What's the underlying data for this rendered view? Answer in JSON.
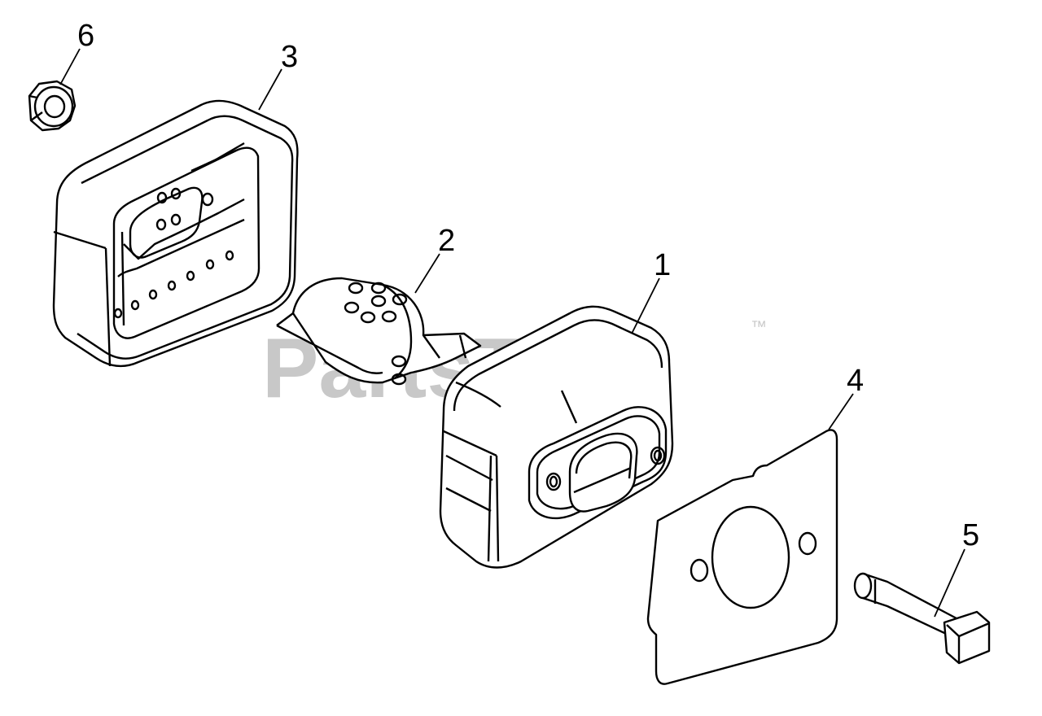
{
  "colors": {
    "line": "#000000",
    "background": "#ffffff",
    "watermark": "#c8c8c8"
  },
  "watermark": {
    "text": "PartsTree",
    "trademark": "™"
  },
  "parts": [
    {
      "number": "1",
      "icon": "muffler-body-icon"
    },
    {
      "number": "2",
      "icon": "spark-arrestor-screen-icon"
    },
    {
      "number": "3",
      "icon": "muffler-cover-icon"
    },
    {
      "number": "4",
      "icon": "muffler-gasket-icon"
    },
    {
      "number": "5",
      "icon": "muffler-bolt-icon"
    },
    {
      "number": "6",
      "icon": "flange-nut-icon"
    }
  ]
}
